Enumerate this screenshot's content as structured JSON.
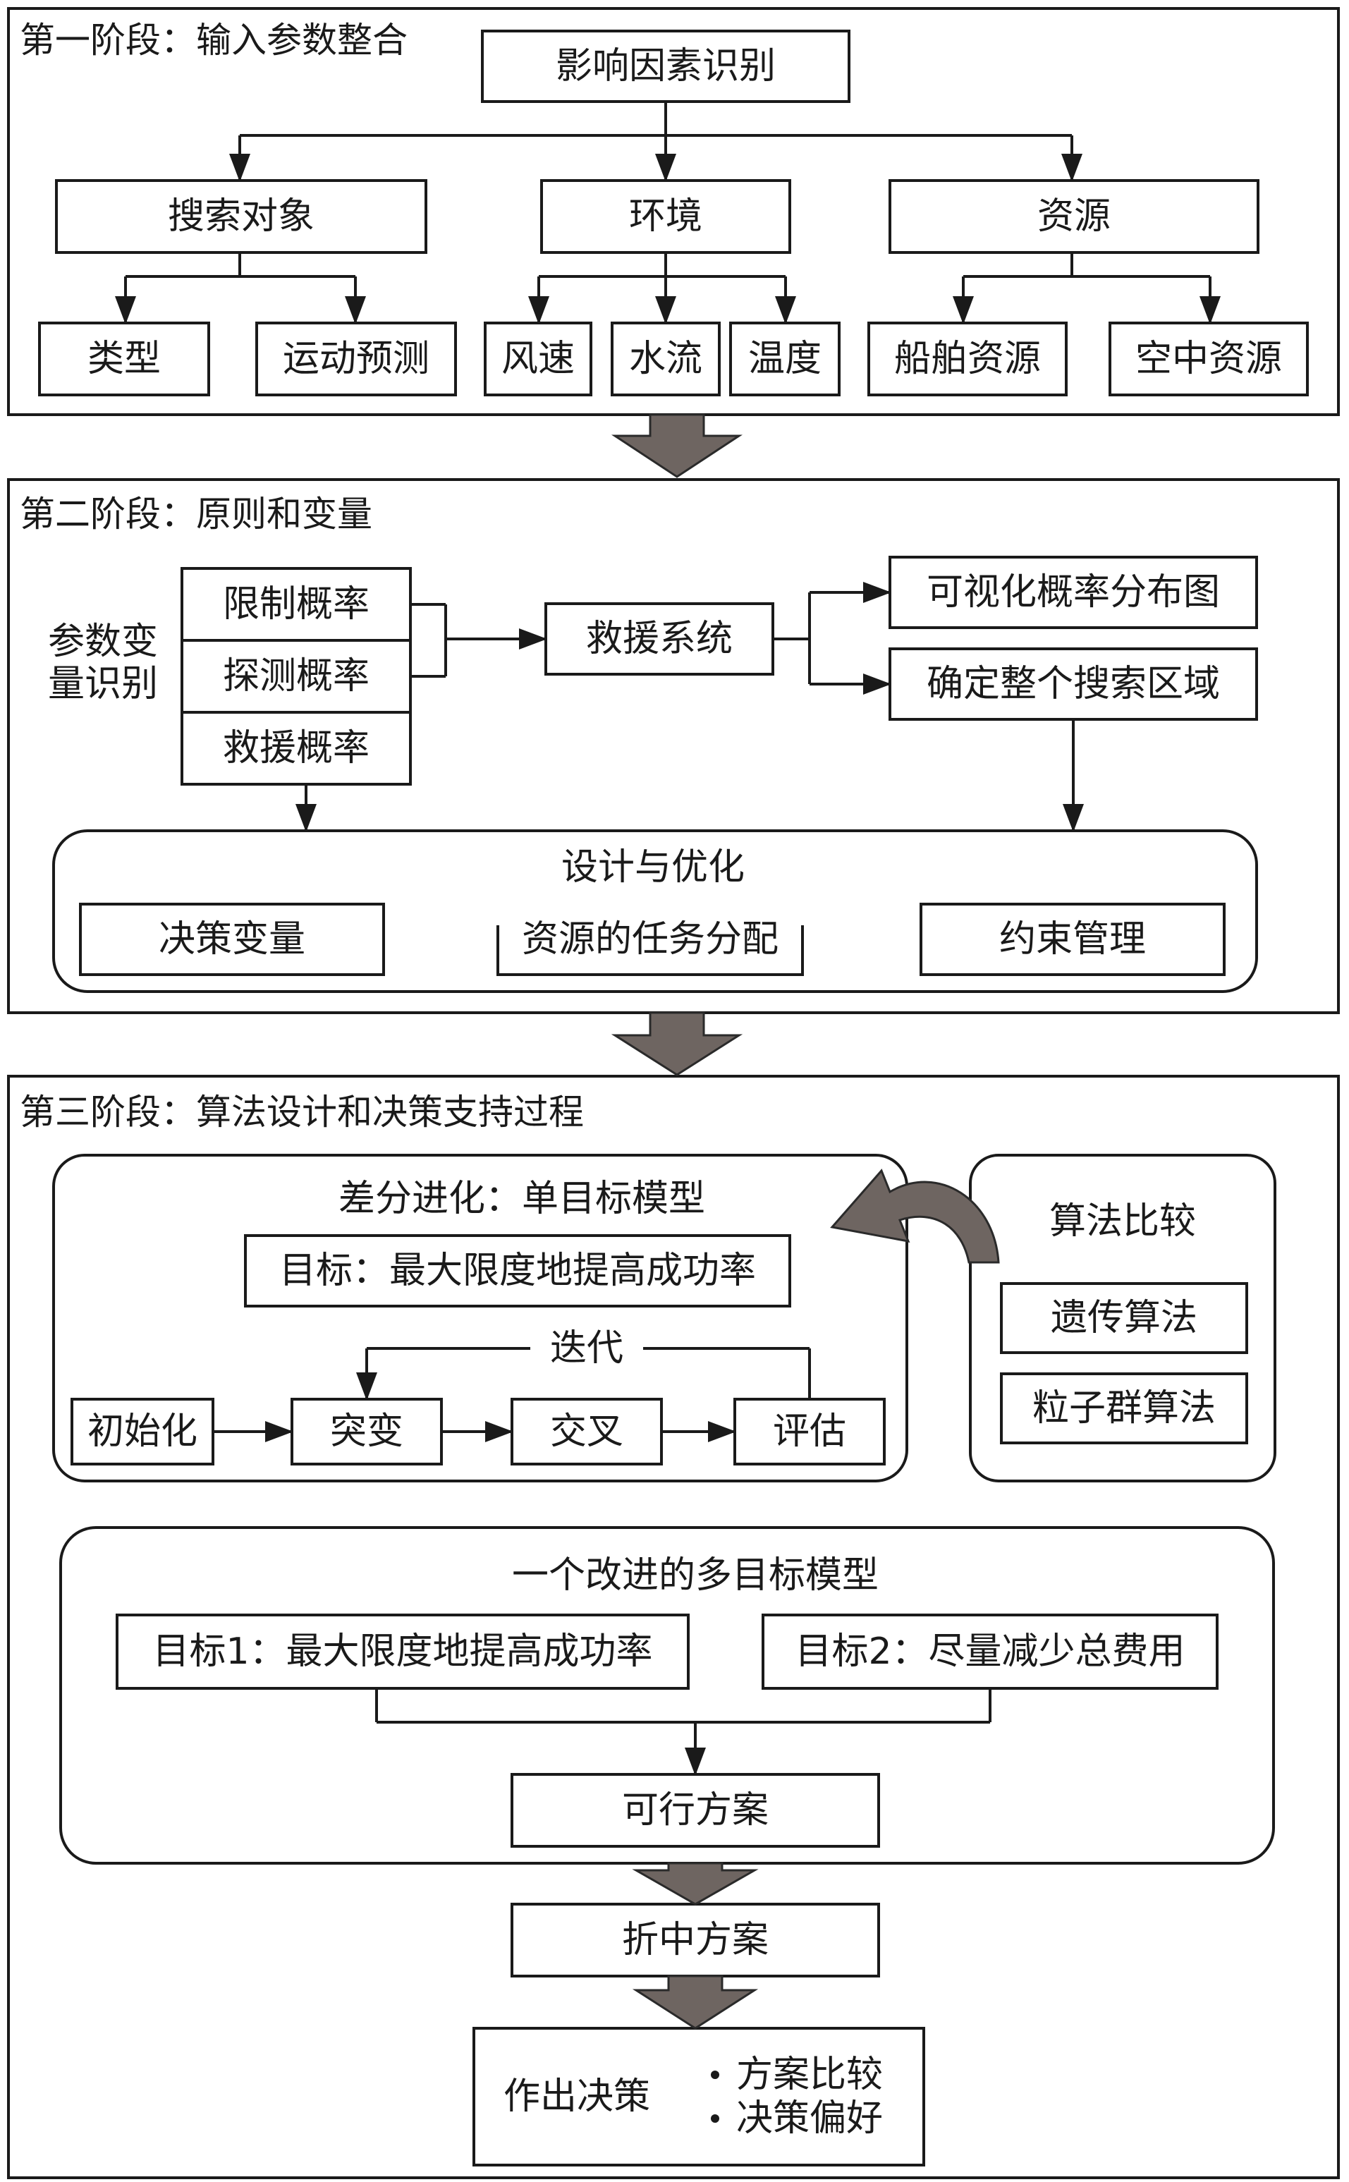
{
  "stage1": {
    "title": "第一阶段：输入参数整合",
    "root": "影响因素识别",
    "search_object": "搜索对象",
    "environment": "环境",
    "resources": "资源",
    "type": "类型",
    "motion_prediction": "运动预测",
    "wind_speed": "风速",
    "water_flow": "水流",
    "temperature": "温度",
    "ship_resources": "船舶资源",
    "air_resources": "空中资源"
  },
  "stage2": {
    "title": "第二阶段：原则和变量",
    "param_label_line1": "参数变",
    "param_label_line2": "量识别",
    "limit_prob": "限制概率",
    "detect_prob": "探测概率",
    "rescue_prob": "救援概率",
    "rescue_system": "救援系统",
    "visual_map": "可视化概率分布图",
    "search_area": "确定整个搜索区域",
    "design_title": "设计与优化",
    "decision_vars": "决策变量",
    "task_alloc": "资源的任务分配",
    "constraint_mgmt": "约束管理"
  },
  "stage3": {
    "title": "第三阶段：算法设计和决策支持过程",
    "de_title": "差分进化：单目标模型",
    "de_goal": "目标：最大限度地提高成功率",
    "iteration": "迭代",
    "init": "初始化",
    "mutation": "突变",
    "crossover": "交叉",
    "evaluation": "评估",
    "algo_compare": "算法比较",
    "genetic": "遗传算法",
    "pso": "粒子群算法",
    "mo_title": "一个改进的多目标模型",
    "goal1": "目标1：最大限度地提高成功率",
    "goal2": "目标2：尽量减少总费用",
    "feasible": "可行方案",
    "compromise": "折中方案",
    "decision": "作出决策",
    "bullet1": "方案比较",
    "bullet2": "决策偏好"
  },
  "colors": {
    "line": "#1a1a1a",
    "big_arrow": "#6e6561",
    "background": "#ffffff"
  }
}
